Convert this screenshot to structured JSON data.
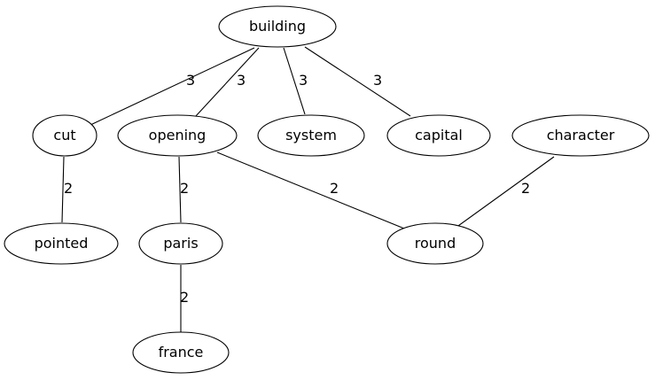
{
  "graph": {
    "nodes": [
      {
        "id": "building",
        "label": "building"
      },
      {
        "id": "cut",
        "label": "cut"
      },
      {
        "id": "opening",
        "label": "opening"
      },
      {
        "id": "system",
        "label": "system"
      },
      {
        "id": "capital",
        "label": "capital"
      },
      {
        "id": "character",
        "label": "character"
      },
      {
        "id": "pointed",
        "label": "pointed"
      },
      {
        "id": "paris",
        "label": "paris"
      },
      {
        "id": "round",
        "label": "round"
      },
      {
        "id": "france",
        "label": "france"
      }
    ],
    "edges": [
      {
        "source": "building",
        "target": "cut",
        "weight": "3"
      },
      {
        "source": "building",
        "target": "opening",
        "weight": "3"
      },
      {
        "source": "building",
        "target": "system",
        "weight": "3"
      },
      {
        "source": "building",
        "target": "capital",
        "weight": "3"
      },
      {
        "source": "cut",
        "target": "pointed",
        "weight": "2"
      },
      {
        "source": "opening",
        "target": "paris",
        "weight": "2"
      },
      {
        "source": "opening",
        "target": "round",
        "weight": "2"
      },
      {
        "source": "character",
        "target": "round",
        "weight": "2"
      },
      {
        "source": "paris",
        "target": "france",
        "weight": "2"
      }
    ]
  }
}
